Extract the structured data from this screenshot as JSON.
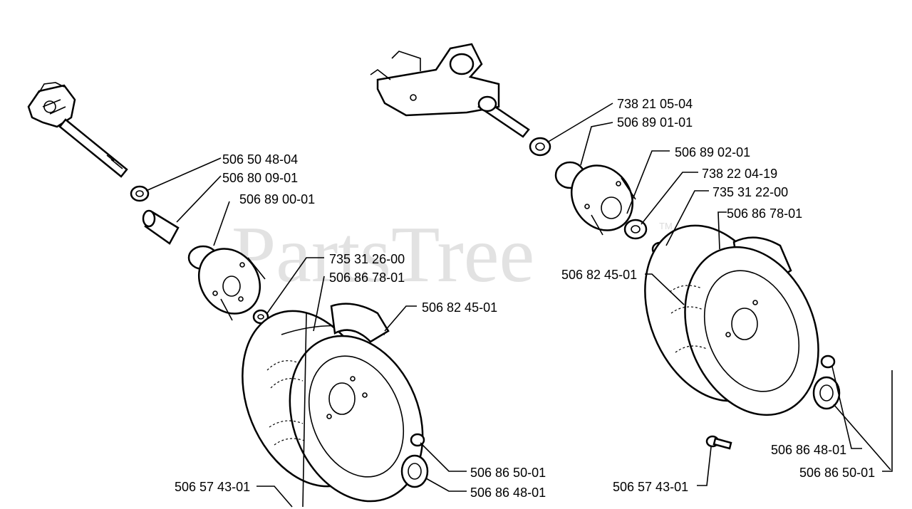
{
  "watermark": {
    "text": "PartsTree",
    "trademark": "TM"
  },
  "callouts": [
    "506 50 48-04",
    "506 80 09-01",
    "506 89 00-01",
    "735 31 26-00",
    "506 86 78-01",
    "506 82 45-01",
    "506 86 50-01",
    "506 86 48-01",
    "506 57 43-01",
    "738 21 05-04",
    "506 89 01-01",
    "506 89 02-01",
    "738 22 04-19",
    "735 31 22-00",
    "506 86 78-01",
    "506 82 45-01",
    "506 86 48-01",
    "506 86 50-01",
    "506 57 43-01"
  ]
}
